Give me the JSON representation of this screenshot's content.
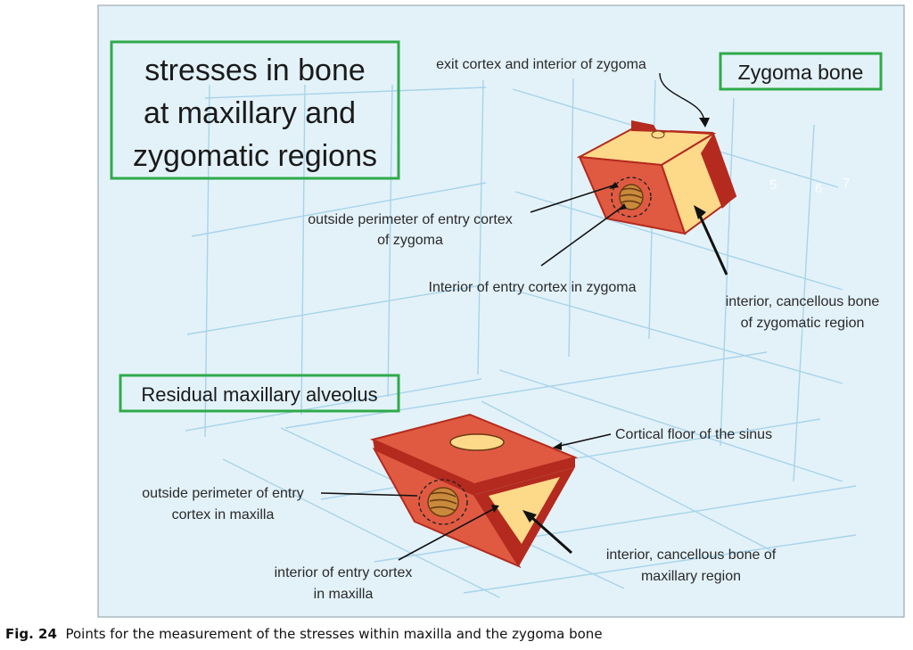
{
  "title_box": {
    "line1": "stresses in bone",
    "line2": "at maxillary and",
    "line3": "zygomatic regions"
  },
  "zygoma_box": "Zygoma bone",
  "maxilla_box": "Residual maxillary alveolus",
  "labels": {
    "exit_cortex": "exit cortex and interior of zygoma",
    "outside_entry_zyg_1": "outside perimeter of entry cortex",
    "outside_entry_zyg_2": "of zygoma",
    "interior_entry_zyg": "Interior of entry cortex in zygoma",
    "cancellous_zyg_1": "interior, cancellous bone",
    "cancellous_zyg_2": "of zygomatic region",
    "cortical_floor": "Cortical floor of the sinus",
    "outside_entry_max_1": "outside perimeter of entry",
    "outside_entry_max_2": "cortex in maxilla",
    "interior_entry_max_1": "interior of entry cortex",
    "interior_entry_max_2": "in maxilla",
    "cancellous_max_1": "interior, cancellous bone of",
    "cancellous_max_2": "maxillary region"
  },
  "grid_numbers": [
    "5",
    "6",
    "7"
  ],
  "caption": {
    "prefix": "Fig. 24",
    "text": "Points for the measurement of the stresses within maxilla and the zygoma bone"
  },
  "colors": {
    "background": "#e3f2f9",
    "grid": "#a8d3ea",
    "box_border": "#2faa4a",
    "bone_outer": "#e05a42",
    "bone_dark": "#b42a1e",
    "cancellous": "#fdd98a"
  }
}
